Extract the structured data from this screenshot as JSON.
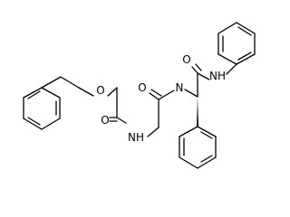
{
  "atoms": {
    "ester_o": "O",
    "carbamate_o": "O",
    "carbamate_nh": "NH",
    "gly_o": "O",
    "peptide_n": "N",
    "amide_o": "O",
    "amide_nh": "NH"
  },
  "colors": {
    "bond": "#000000",
    "label": "#000000",
    "background": "#ffffff"
  }
}
